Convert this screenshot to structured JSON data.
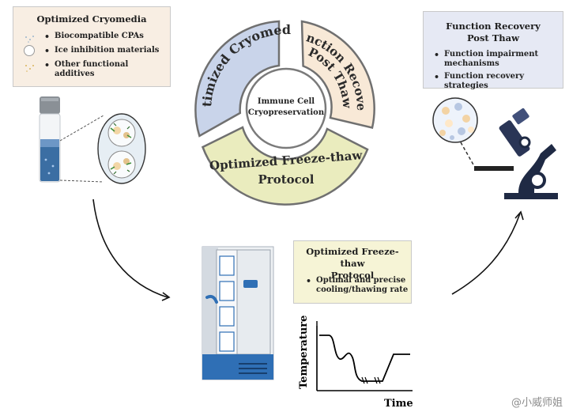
{
  "center": {
    "line1": "Immune Cell",
    "line2": "Cryopreservation"
  },
  "ring": {
    "segment1": "Optimized Cryomedia",
    "segment2_line1": "Function Recovery",
    "segment2_line2": "Post Thaw",
    "segment3_line1": "Optimized Freeze-thaw",
    "segment3_line2": "Protocol"
  },
  "cryomedia_box": {
    "title": "Optimized Cryomedia",
    "items": [
      "Biocompatible CPAs",
      "Ice inhibition materials",
      "Other functional additives"
    ]
  },
  "function_box": {
    "title_line1": "Function Recovery",
    "title_line2": "Post Thaw",
    "items": [
      "Function impairment mechanisms",
      "Function recovery strategies"
    ]
  },
  "freeze_box": {
    "title_line1": "Optimized Freeze-thaw",
    "title_line2": "Protocol",
    "items": [
      "Optimal and precise cooling/thawing rate"
    ]
  },
  "graph": {
    "ylabel": "Temperature",
    "xlabel": "Time"
  },
  "watermark": "@小威师姐",
  "colors": {
    "segment_cryomedia": "#c9d4ea",
    "segment_function": "#f8e9d7",
    "segment_protocol": "#eaecbe",
    "freezer_blue": "#2f6fb5"
  }
}
